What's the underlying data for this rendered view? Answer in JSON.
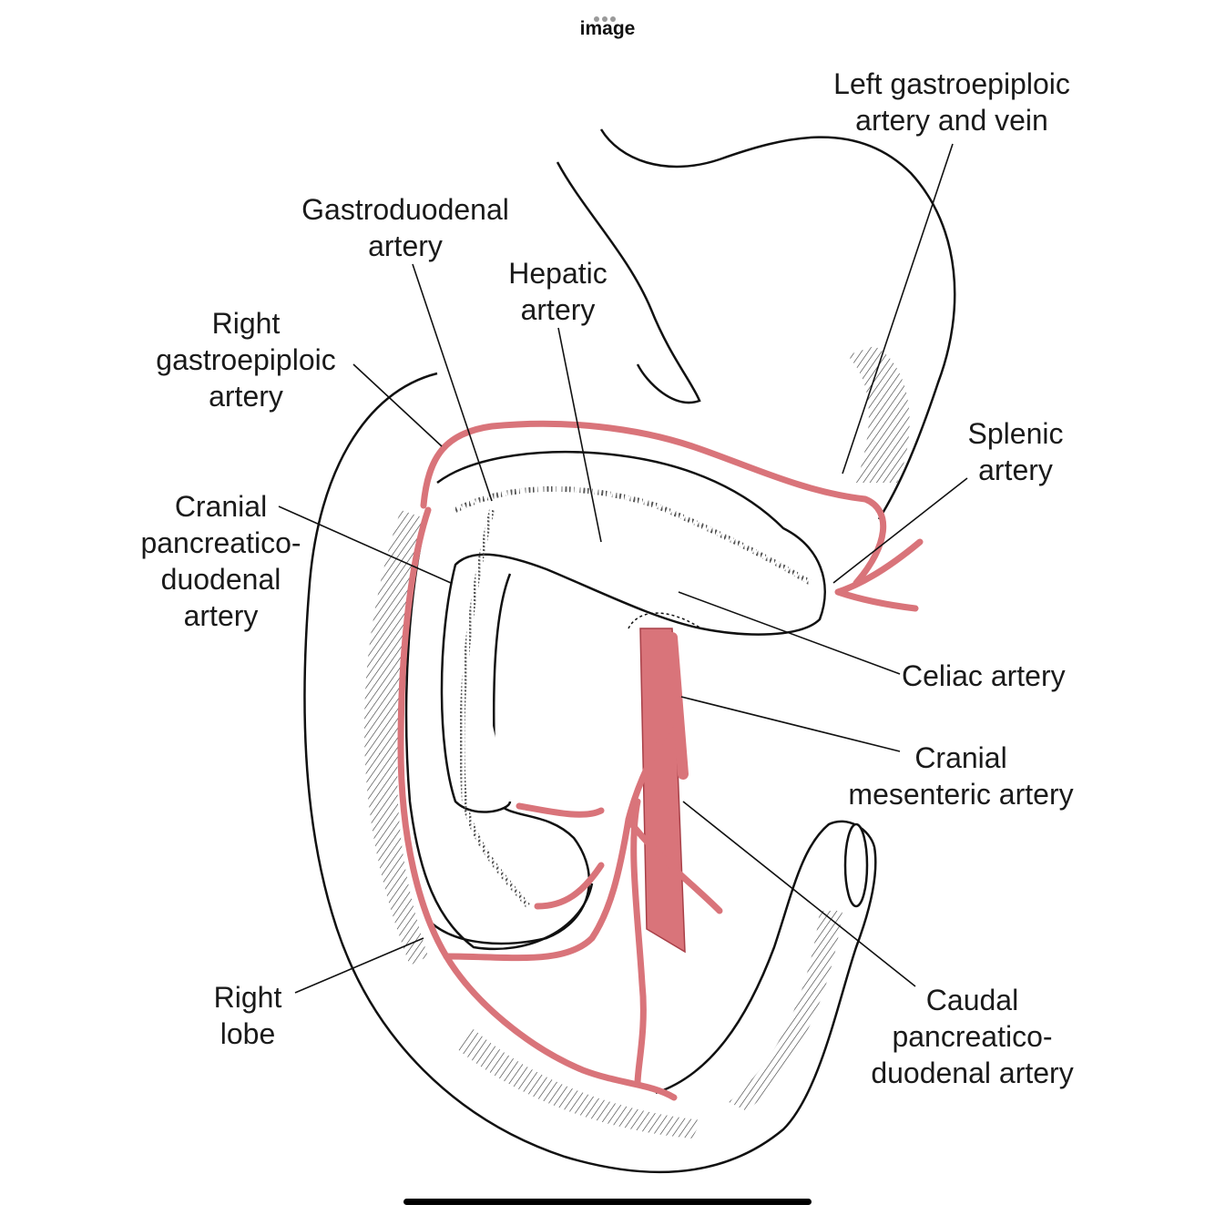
{
  "header": {
    "title": "image",
    "menu_icon": "ellipsis-icon"
  },
  "figure": {
    "artery_color": "#d9747a",
    "artery_stroke": "#a84048",
    "outline_color": "#111111",
    "labels": {
      "left_gastroepiploic": "Left gastroepiploic\nartery and vein",
      "gastroduodenal": "Gastroduodenal\nartery",
      "hepatic": "Hepatic\nartery",
      "right_gastroepiploic": "Right\ngastroepiploic\nartery",
      "splenic": "Splenic\nartery",
      "cranial_pancreaticoduodenal": "Cranial\npancreatico-\nduodenal\nartery",
      "celiac": "Celiac artery",
      "cranial_mesenteric": "Cranial\nmesenteric artery",
      "right_lobe": "Right\nlobe",
      "caudal_pancreaticoduodenal": "Caudal\npancreatico-\nduodenal artery"
    }
  }
}
